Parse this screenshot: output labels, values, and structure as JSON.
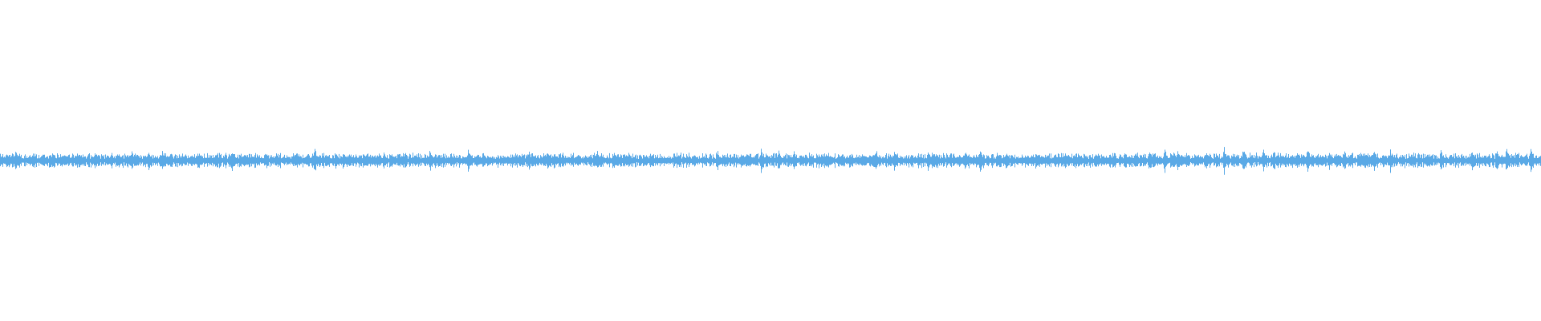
{
  "waveform": {
    "color": "#5aa9e6",
    "background": "#ffffff",
    "seed": 20240611,
    "baseline_amplitude": 0.015,
    "transient_count": 92,
    "peak_amplitude": 0.045
  }
}
